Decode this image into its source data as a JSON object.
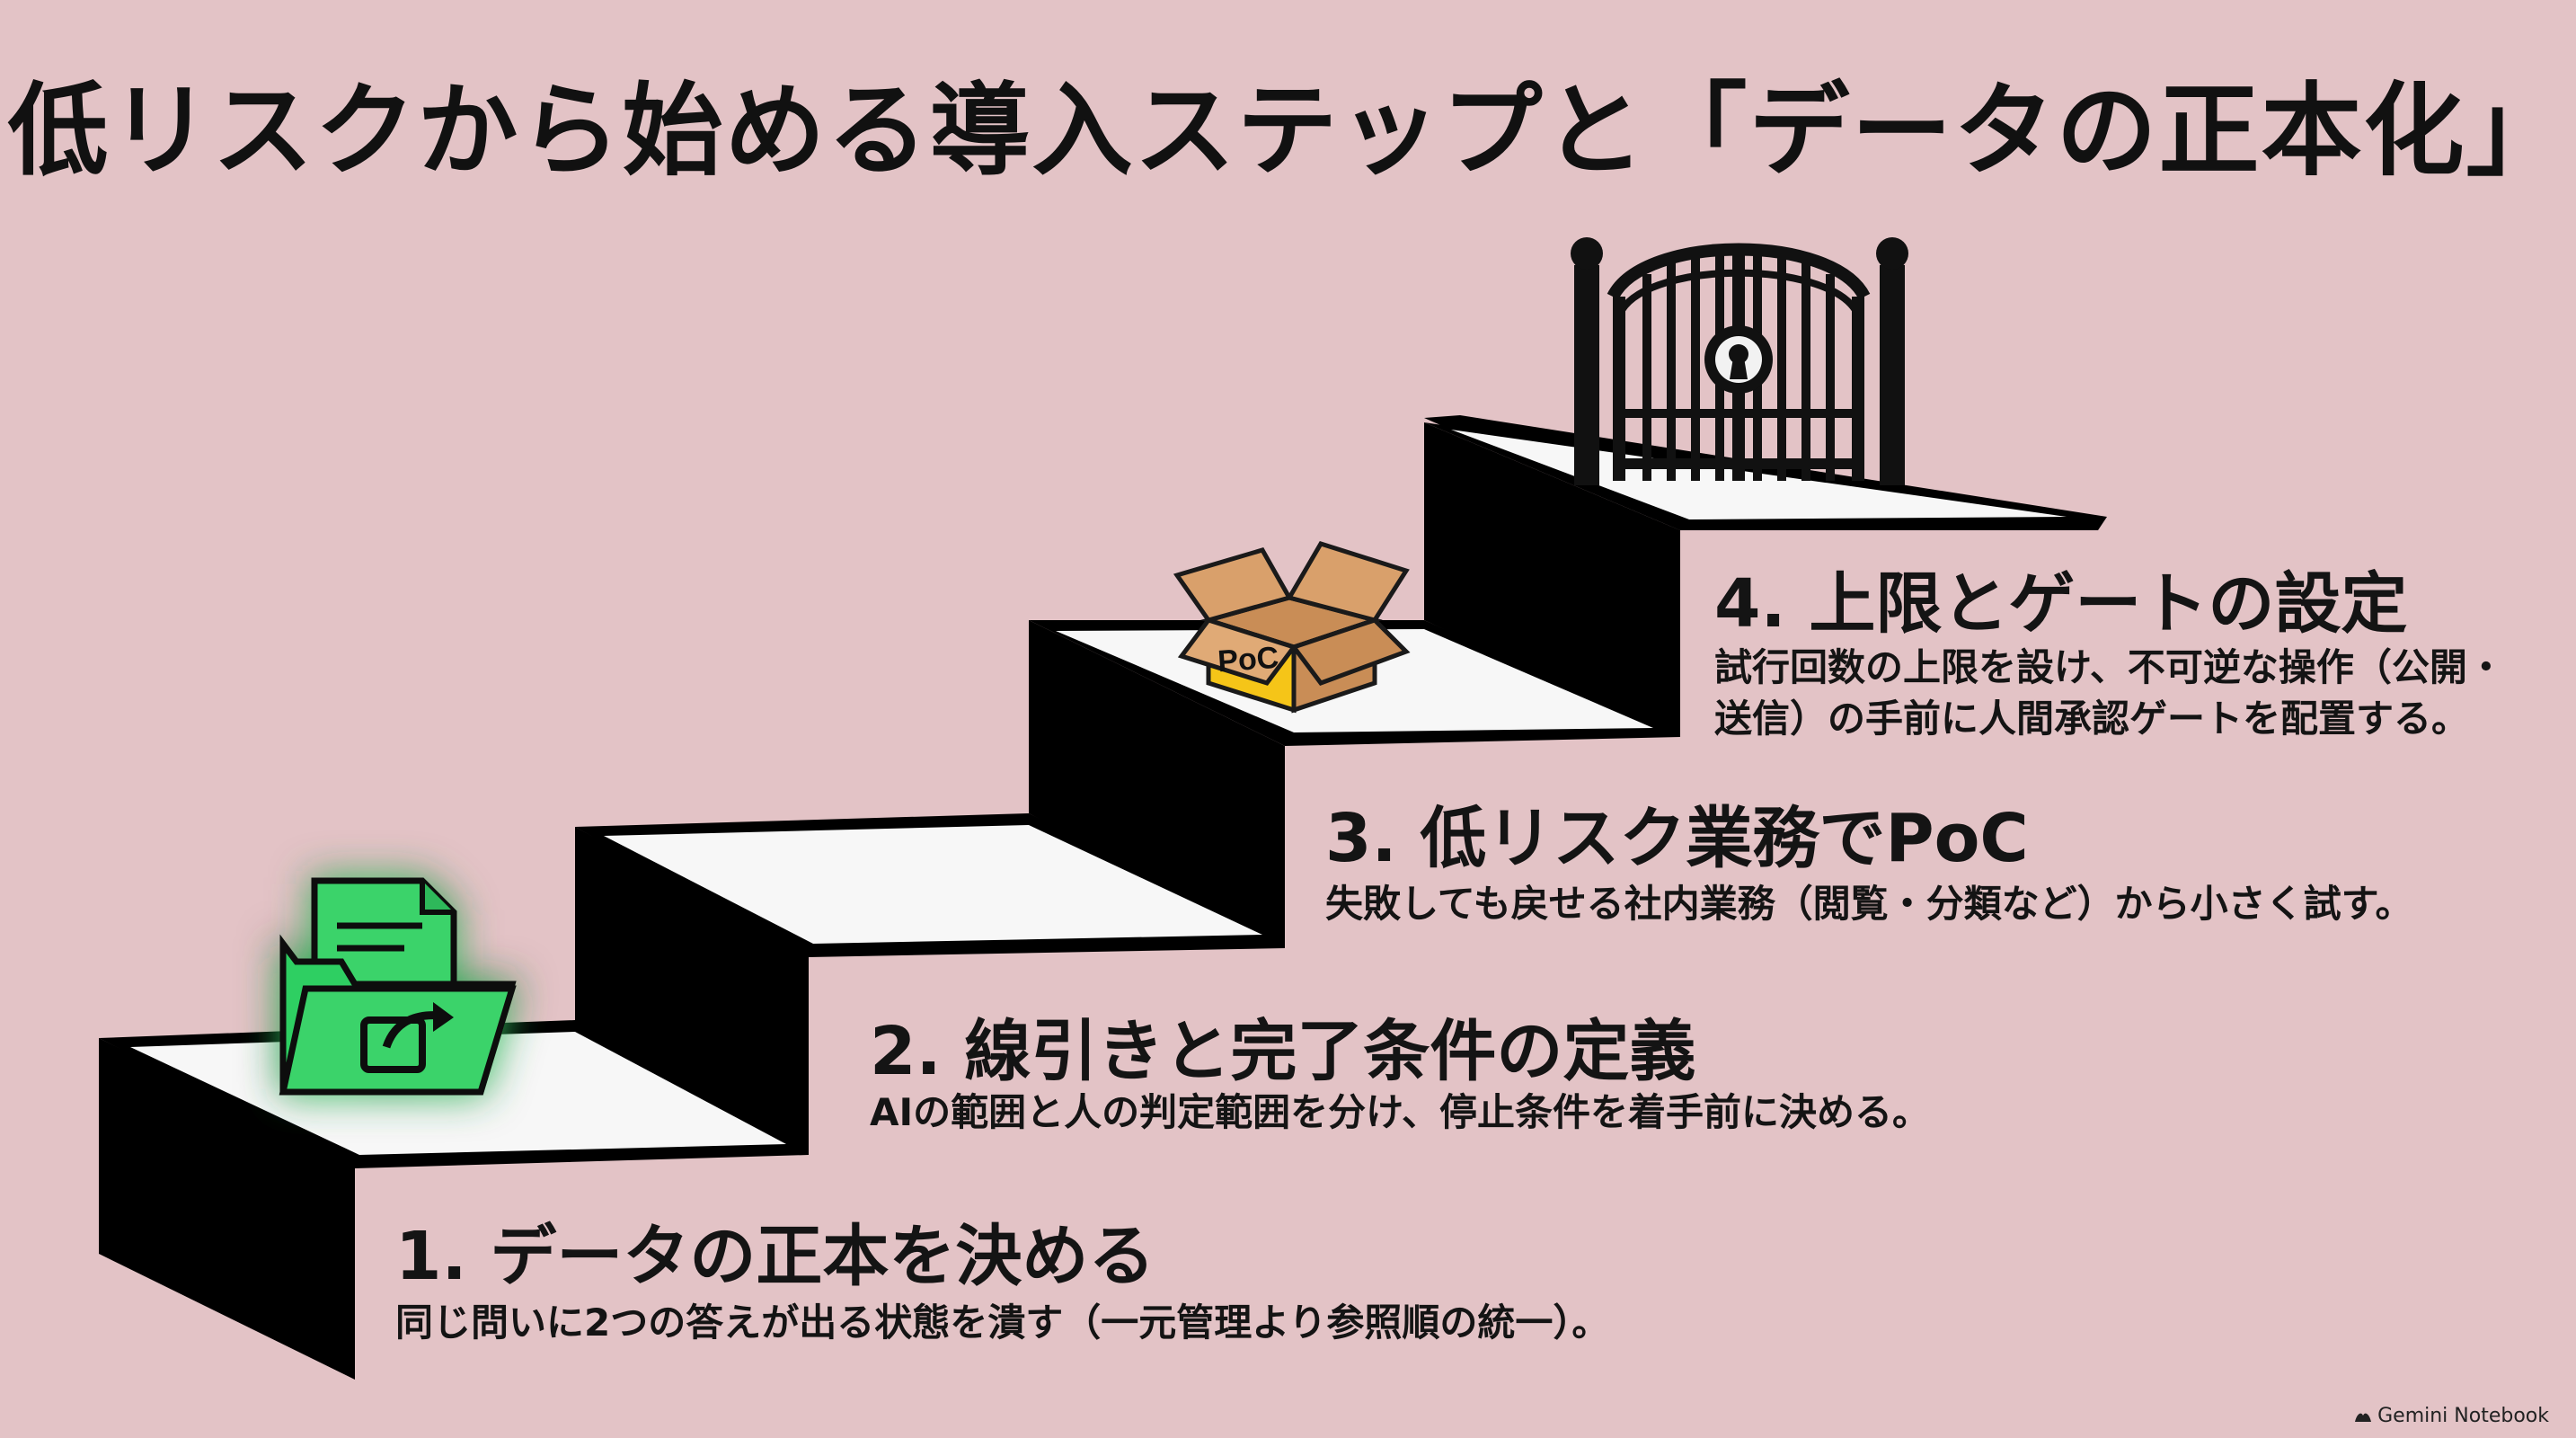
{
  "title": "低リスクから始める導入ステップと「データの正本化」",
  "steps": [
    {
      "title": "1. データの正本を決める",
      "desc": "同じ問いに2つの答えが出る状態を潰す（一元管理より参照順の統一）。",
      "icon": "document-folder-icon"
    },
    {
      "title": "2. 線引きと完了条件の定義",
      "desc": "AIの範囲と人の判定範囲を分け、停止条件を着手前に決める。"
    },
    {
      "title": "3. 低リスク業務でPoC",
      "desc": "失敗しても戻せる社内業務（閲覧・分類など）から小さく試す。",
      "icon": "poc-box-icon",
      "icon_label": "PoC"
    },
    {
      "title": "4. 上限とゲートの設定",
      "desc_lines": [
        "試行回数の上限を設け、不可逆な操作（公開・",
        "送信）の手前に人間承認ゲートを配置する。"
      ],
      "icon": "locked-gate-icon"
    }
  ],
  "footer": {
    "label": "Gemini Notebook",
    "icon": "notebook-icon"
  },
  "colors": {
    "background": "#e3c3c6",
    "step_top": "#f7f7f7",
    "step_riser": "#000000",
    "accent_green": "#3ad36a",
    "box_label": "#f5c518"
  }
}
